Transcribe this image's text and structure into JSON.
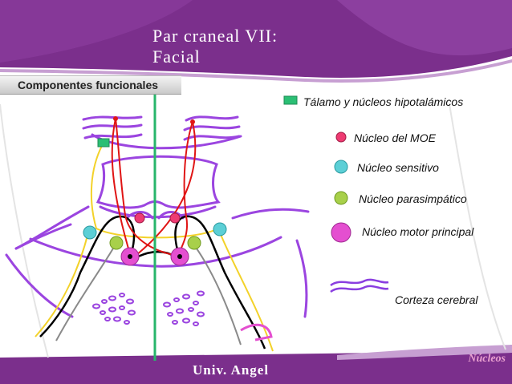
{
  "slide": {
    "title_line1": "Par craneal VII:",
    "title_line2": "Facial",
    "section_label": "Componentes funcionales",
    "footer_org": "Univ. Angel",
    "footer_section": "Núcleos"
  },
  "legend": {
    "items": [
      {
        "label": "Tálamo y núcleos hipotalámicos",
        "icon": "green-square-icon",
        "color": "#2bbf74"
      },
      {
        "label": "Núcleo del MOE",
        "icon": "red-dot-icon",
        "color": "#ee3b72"
      },
      {
        "label": "Núcleo sensitivo",
        "icon": "cyan-dot-icon",
        "color": "#5ccfd6"
      },
      {
        "label": "Núcleo parasimpático",
        "icon": "lime-dot-icon",
        "color": "#a8d04a"
      },
      {
        "label": "Núcleo motor principal",
        "icon": "magenta-dot-icon",
        "color": "#e44fd0"
      },
      {
        "label": "Corteza cerebral",
        "icon": "wavy-line-icon",
        "color": "#8a3ee0"
      }
    ]
  },
  "colors": {
    "banner": "#7b2f8c",
    "outline_purple": "#9b45e0",
    "midline_green": "#27b56b",
    "tract_red": "#e01515",
    "tract_yellow": "#f3d22a",
    "tract_black": "#000000",
    "tract_gray": "#8a8a8a"
  }
}
